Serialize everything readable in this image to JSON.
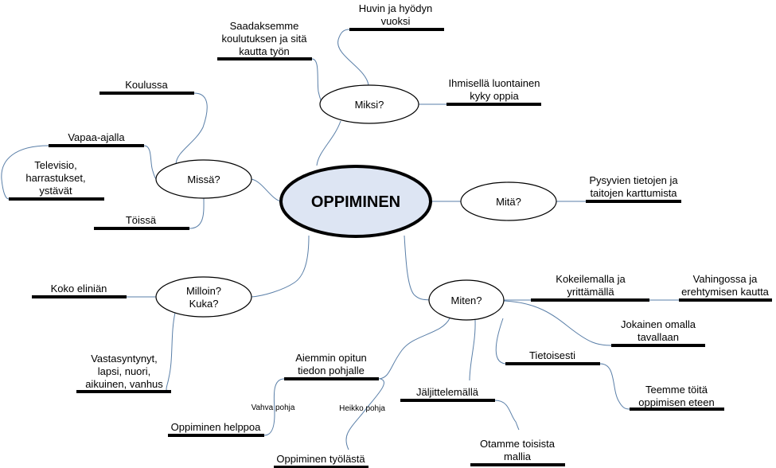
{
  "center": {
    "label": "OPPIMINEN",
    "fill": "#dde5f3"
  },
  "nodes": {
    "miksi": "Miksi?",
    "missa": "Missä?",
    "mita": "Mitä?",
    "milloin": [
      "Milloin?",
      "Kuka?"
    ],
    "miten": "Miten?"
  },
  "leaves": {
    "huvin": [
      "Huvin ja hyödyn",
      "vuoksi"
    ],
    "saadaksemme": [
      "Saadaksemme",
      "koulutuksen ja sitä",
      "kautta työn"
    ],
    "ihmisella": [
      "Ihmisellä luontainen",
      "kyky oppia"
    ],
    "koulussa": "Koulussa",
    "vapaa": "Vapaa-ajalla",
    "televisio": [
      "Televisio,",
      "harrastukset,",
      "ystävät"
    ],
    "toissa": "Töissä",
    "pysyvien": [
      "Pysyvien tietojen ja",
      "taitojen karttumista"
    ],
    "koko": "Koko eliniän",
    "vastasyntynyt": [
      "Vastasyntynyt,",
      "lapsi, nuori,",
      "aikuinen, vanhus"
    ],
    "kokeilemalla": [
      "Kokeilemalla ja",
      "yrittämällä"
    ],
    "vahingossa": [
      "Vahingossa ja",
      "erehtymisen kautta"
    ],
    "jokainen": [
      "Jokainen omalla",
      "tavallaan"
    ],
    "tietoisesti": "Tietoisesti",
    "teemme": [
      "Teemme töitä",
      "oppimisen eteen"
    ],
    "jaljittelemalla": "Jäljittelemällä",
    "otamme": [
      "Otamme toisista",
      "mallia"
    ],
    "aiemmin": [
      "Aiemmin opitun",
      "tiedon pohjalle"
    ],
    "helppoa": "Oppiminen helppoa",
    "tyolasta": "Oppiminen työlästä"
  },
  "link_labels": {
    "vahva": "Vahva pohja",
    "heikko": "Heikko pohja"
  },
  "colors": {
    "link": "#5a7fa8",
    "bar": "#000000"
  }
}
